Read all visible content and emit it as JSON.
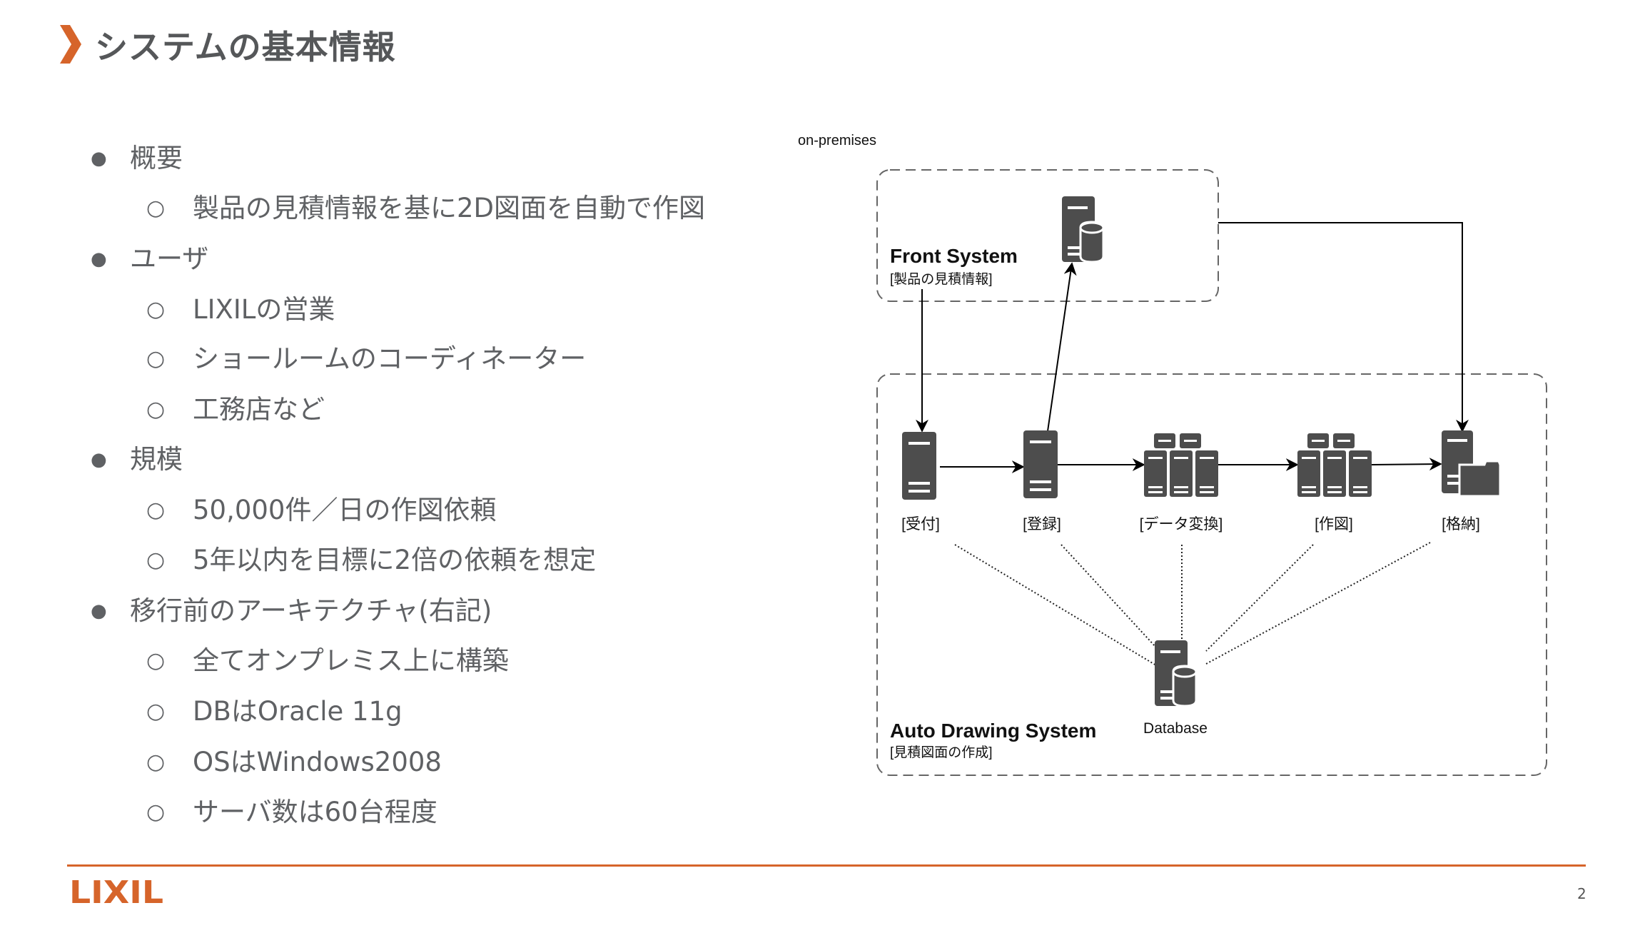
{
  "slide": {
    "title": "システムの基本情報",
    "page_number": "2",
    "brand_color": "#d6642a",
    "logo_text": "LIXIL"
  },
  "bullets": [
    {
      "level": 1,
      "text": "概要"
    },
    {
      "level": 2,
      "text": "製品の見積情報を基に2D図面を自動で作図"
    },
    {
      "level": 1,
      "text": "ユーザ"
    },
    {
      "level": 2,
      "text": "LIXILの営業"
    },
    {
      "level": 2,
      "text": "ショールームのコーディネーター"
    },
    {
      "level": 2,
      "text": "工務店など"
    },
    {
      "level": 1,
      "text": "規模"
    },
    {
      "level": 2,
      "text": "50,000件／日の作図依頼"
    },
    {
      "level": 2,
      "text": "5年以内を目標に2倍の依頼を想定"
    },
    {
      "level": 1,
      "text": "移行前のアーキテクチャ(右記)"
    },
    {
      "level": 2,
      "text": "全てオンプレミス上に構築"
    },
    {
      "level": 2,
      "text": "DBはOracle 11g"
    },
    {
      "level": 2,
      "text": "OSはWindows2008"
    },
    {
      "level": 2,
      "text": "サーバ数は60台程度"
    }
  ],
  "bullet_marks": {
    "level1": "●",
    "level2": "○"
  },
  "diagram": {
    "environment_label": "on-premises",
    "front_system": {
      "title": "Front System",
      "subtitle": "[製品の見積情報]",
      "icon": "server-database-icon"
    },
    "auto_drawing_system": {
      "title": "Auto Drawing System",
      "subtitle": "[見積図面の作成]"
    },
    "nodes": [
      {
        "id": "reception",
        "label": "[受付]",
        "icon": "server-icon"
      },
      {
        "id": "registration",
        "label": "[登録]",
        "icon": "server-icon"
      },
      {
        "id": "data-conversion",
        "label": "[データ変換]",
        "icon": "server-cluster-icon"
      },
      {
        "id": "drawing",
        "label": "[作図]",
        "icon": "server-cluster-icon"
      },
      {
        "id": "storage",
        "label": "[格納]",
        "icon": "file-server-icon"
      }
    ],
    "database": {
      "label": "Database",
      "icon": "server-database-icon"
    },
    "edges": [
      {
        "from": "front-system",
        "to": "reception",
        "style": "solid-arrow"
      },
      {
        "from": "registration",
        "to": "front-system",
        "style": "solid-arrow"
      },
      {
        "from": "front-system",
        "to": "storage",
        "style": "solid-arrow"
      },
      {
        "from": "reception",
        "to": "registration",
        "style": "solid-arrow"
      },
      {
        "from": "registration",
        "to": "data-conversion",
        "style": "solid-arrow"
      },
      {
        "from": "data-conversion",
        "to": "drawing",
        "style": "solid-arrow"
      },
      {
        "from": "drawing",
        "to": "storage",
        "style": "solid-arrow"
      },
      {
        "from": "reception",
        "to": "database",
        "style": "dotted"
      },
      {
        "from": "registration",
        "to": "database",
        "style": "dotted"
      },
      {
        "from": "data-conversion",
        "to": "database",
        "style": "dotted"
      },
      {
        "from": "drawing",
        "to": "database",
        "style": "dotted"
      },
      {
        "from": "storage",
        "to": "database",
        "style": "dotted"
      }
    ],
    "icon_color": "#4d4d4d"
  }
}
